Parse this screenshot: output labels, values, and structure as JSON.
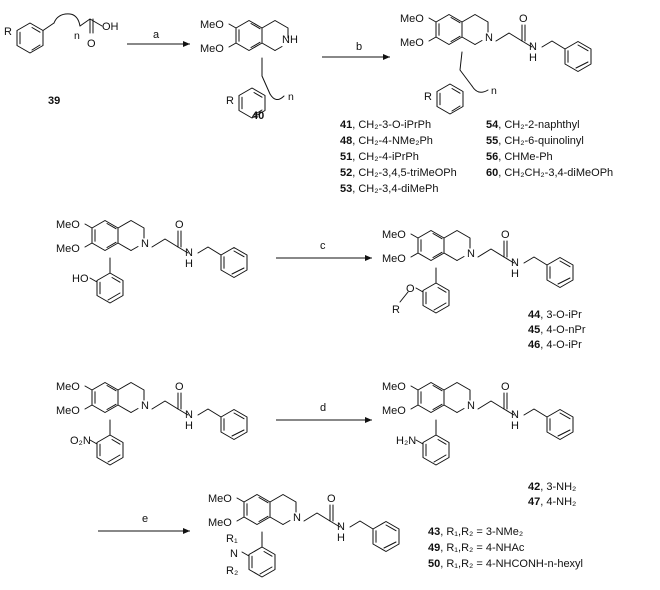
{
  "reagents": {
    "a": "a",
    "b": "b",
    "c": "c",
    "d": "d",
    "e": "e"
  },
  "start_label": "39",
  "intermediate_label": "40",
  "atoms": {
    "R": "R",
    "n": "n",
    "O": "O",
    "OH": "OH",
    "NH": "NH",
    "N": "N",
    "H": "H",
    "MeO": "MeO",
    "HO": "HO",
    "O2N": "O₂N",
    "H2N": "H₂N",
    "R1": "R₁",
    "R2": "R₂"
  },
  "series_b_left": [
    {
      "num": "41",
      "text": ", CH₂-3-O-iPrPh"
    },
    {
      "num": "48",
      "text": ", CH₂-4-NMe₂Ph"
    },
    {
      "num": "51",
      "text": ", CH₂-4-iPrPh"
    },
    {
      "num": "52",
      "text": ", CH₂-3,4,5-triMeOPh"
    },
    {
      "num": "53",
      "text": ", CH₂-3,4-diMePh"
    }
  ],
  "series_b_right": [
    {
      "num": "54",
      "text": ", CH₂-2-naphthyl"
    },
    {
      "num": "55",
      "text": ", CH₂-6-quinolinyl"
    },
    {
      "num": "56",
      "text": ", CHMe-Ph"
    },
    {
      "num": "60",
      "text": ", CH₂CH₂-3,4-diMeOPh"
    }
  ],
  "series_c": [
    {
      "num": "44",
      "text": ", 3-O-iPr"
    },
    {
      "num": "45",
      "text": ", 4-O-nPr"
    },
    {
      "num": "46",
      "text": ", 4-O-iPr"
    }
  ],
  "series_d": [
    {
      "num": "42",
      "text": ", 3-NH₂"
    },
    {
      "num": "47",
      "text": ", 4-NH₂"
    }
  ],
  "series_e": [
    {
      "num": "43",
      "text": ", R₁,R₂ = 3-NMe₂"
    },
    {
      "num": "49",
      "text": ", R₁,R₂ = 4-NHAc"
    },
    {
      "num": "50",
      "text": ", R₁,R₂ = 4-NHCONH-n-hexyl"
    }
  ]
}
